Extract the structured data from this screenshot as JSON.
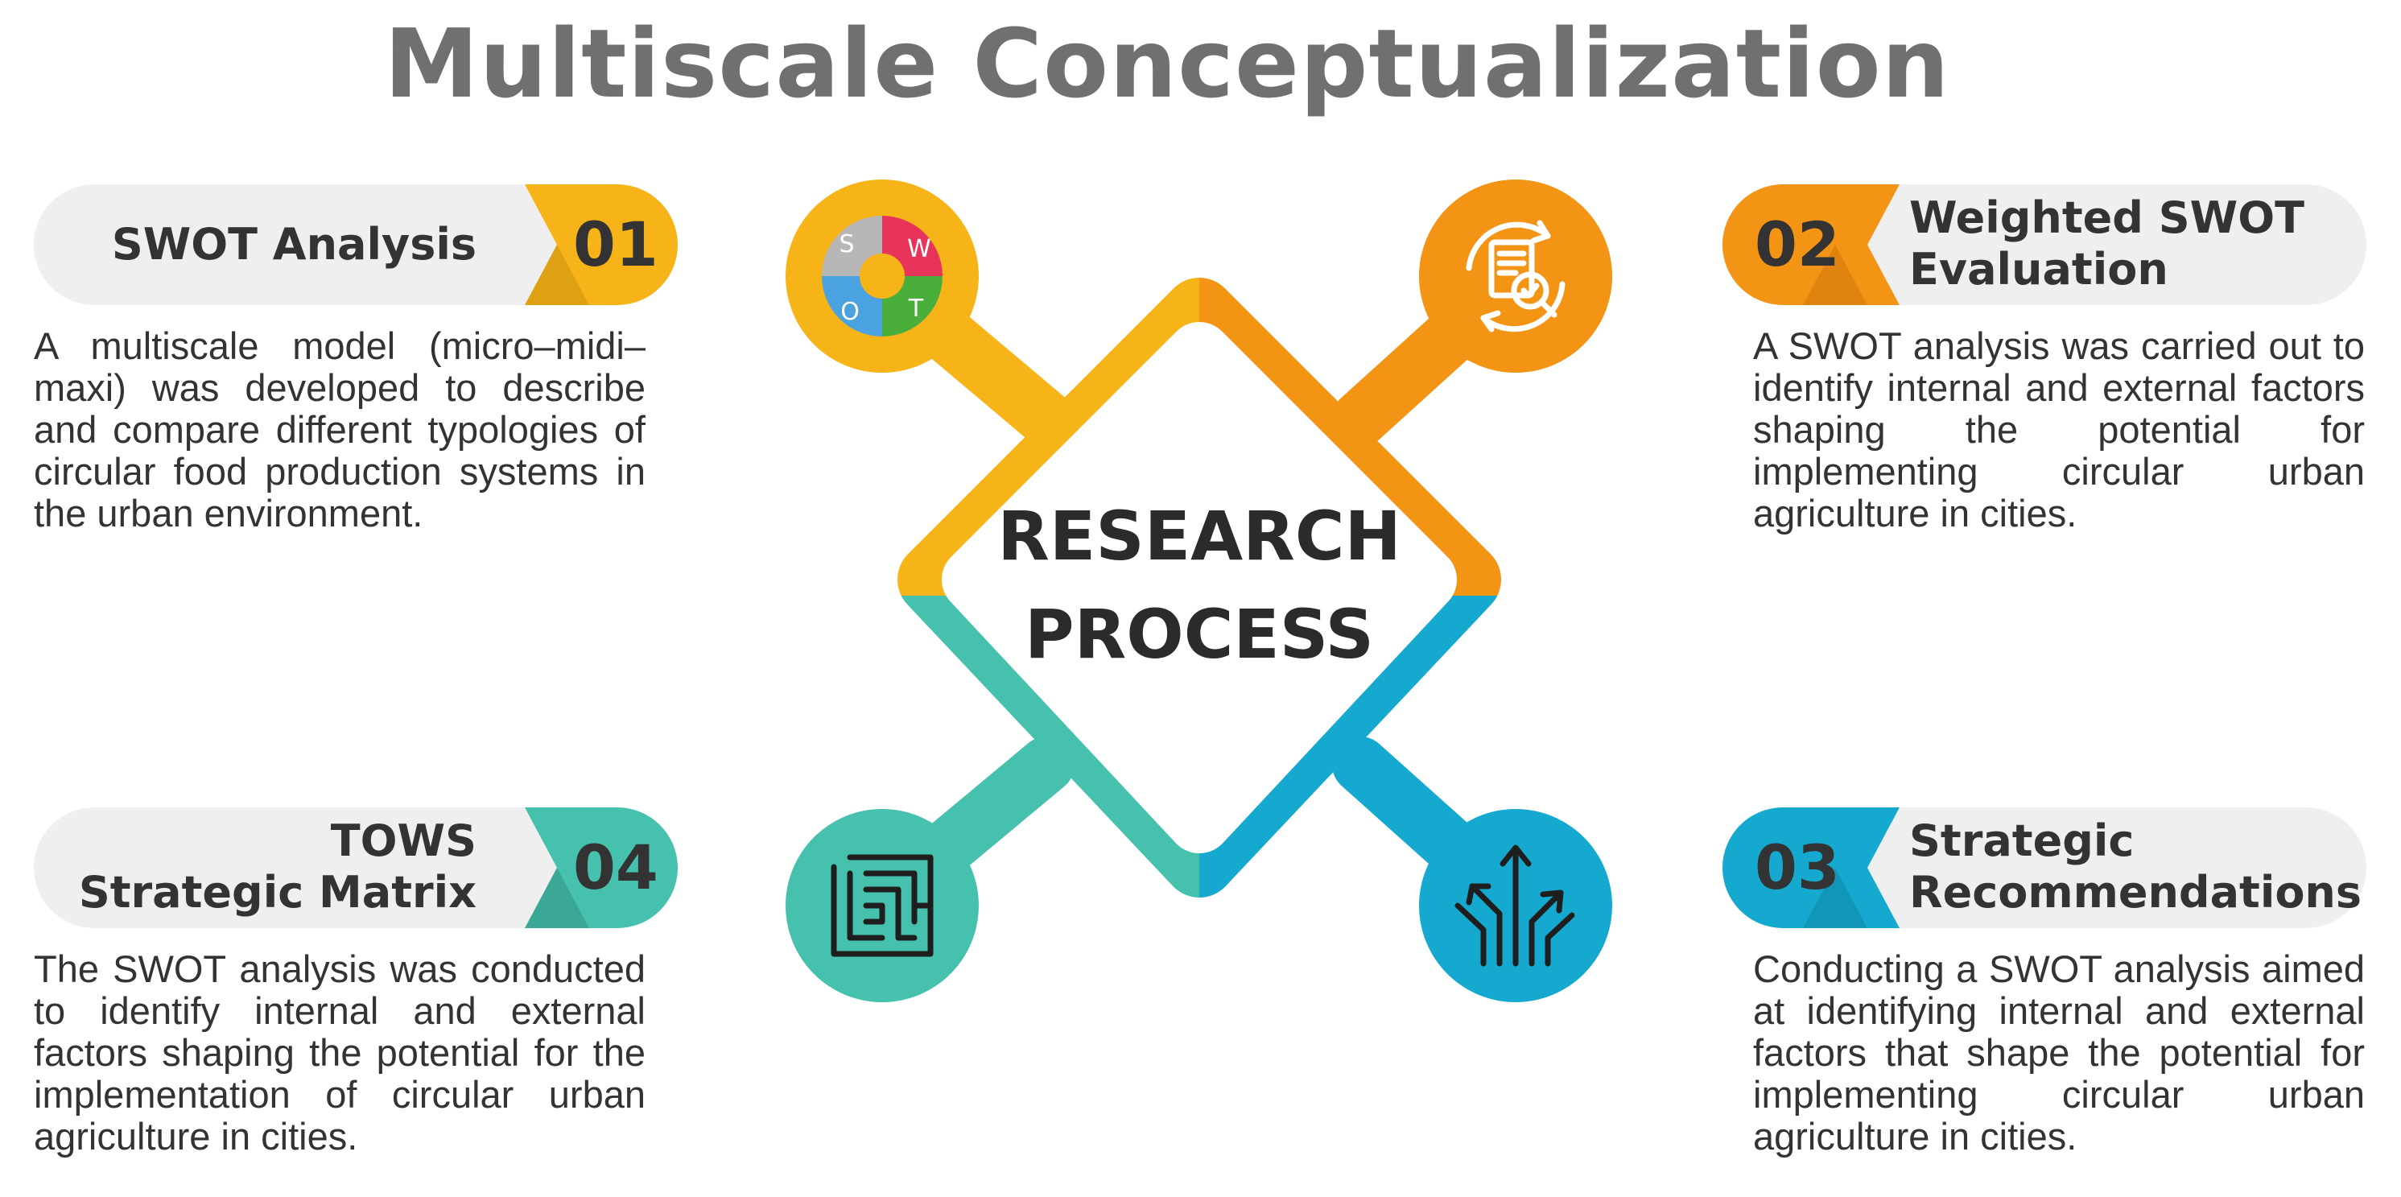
{
  "title": "Multiscale Conceptualization",
  "center": {
    "line1": "RESEARCH",
    "line2": "PROCESS"
  },
  "steps": [
    {
      "number": "01",
      "title_lines": [
        "SWOT Analysis"
      ],
      "color": "#f7b418",
      "icon": "swot-cycle-icon",
      "swot_letters": [
        "S",
        "W",
        "O",
        "T"
      ],
      "description": "A multiscale model (micro–midi–maxi) was developed to describe and compare different typologies of circular food production systems in the urban environment."
    },
    {
      "number": "02",
      "title_lines": [
        "Weighted SWOT",
        "Evaluation"
      ],
      "color": "#f39414",
      "icon": "document-search-icon",
      "description": "A SWOT analysis was carried out to identify internal and external factors shaping the potential for implementing circular urban agriculture in cities."
    },
    {
      "number": "03",
      "title_lines": [
        "Strategic",
        "Recommendations"
      ],
      "color": "#16a9cf",
      "icon": "diverging-arrows-icon",
      "description": "Conducting a SWOT analysis aimed at identifying internal and external factors that shape the potential for implementing circular urban agriculture in cities."
    },
    {
      "number": "04",
      "title_lines": [
        "TOWS",
        "Strategic Matrix"
      ],
      "color": "#46c1ad",
      "icon": "maze-icon",
      "description": "The SWOT analysis was conducted to identify internal and external factors shaping the potential for the implementation of circular urban agriculture in cities."
    }
  ]
}
